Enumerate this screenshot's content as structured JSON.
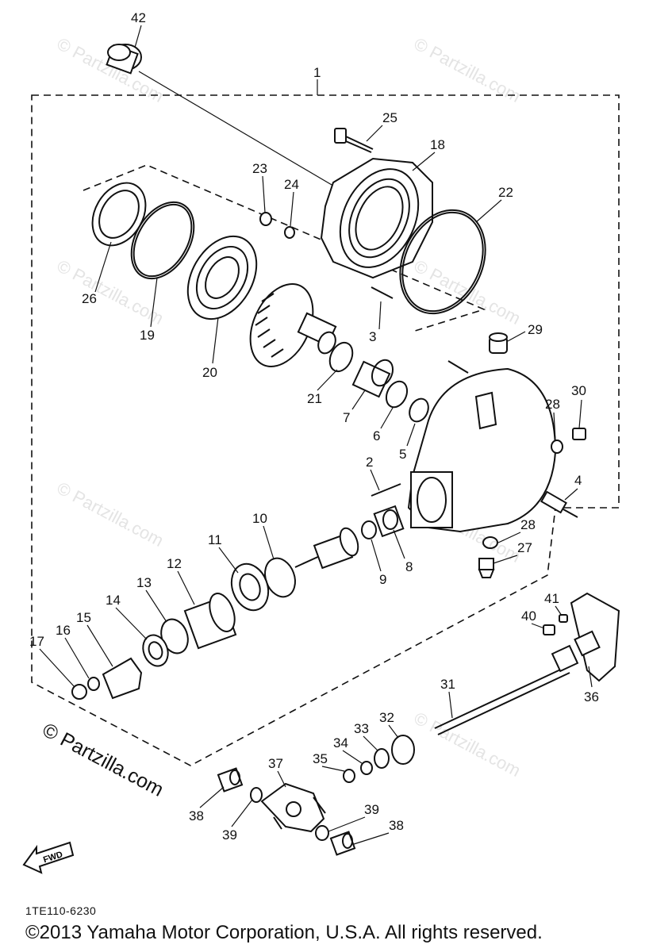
{
  "diagram": {
    "callouts": [
      "42",
      "1",
      "25",
      "18",
      "23",
      "24",
      "22",
      "26",
      "19",
      "20",
      "3",
      "29",
      "21",
      "7",
      "6",
      "5",
      "28",
      "30",
      "2",
      "4",
      "10",
      "11",
      "12",
      "9",
      "8",
      "28",
      "27",
      "13",
      "14",
      "15",
      "16",
      "17",
      "41",
      "40",
      "36",
      "31",
      "32",
      "33",
      "34",
      "35",
      "37",
      "38",
      "39",
      "39",
      "38"
    ],
    "watermark": "© Partzilla.com",
    "brand_mark": "© Partzilla.com",
    "fwd_label": "FWD",
    "part_code": "1TE110-6230"
  },
  "footer": {
    "copyright": "©2013 Yamaha Motor Corporation, U.S.A. All rights reserved."
  }
}
